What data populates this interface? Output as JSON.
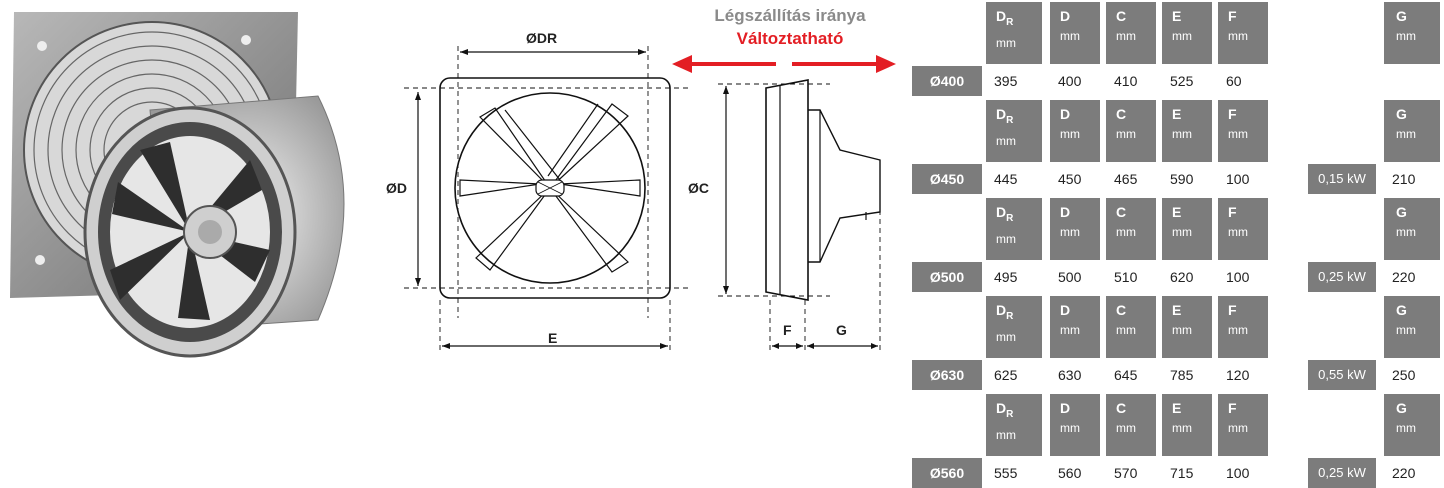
{
  "direction": {
    "title": "Légszállítás iránya",
    "subtitle": "Változtatható"
  },
  "dimension_labels": {
    "dr": "ØDR",
    "d": "ØD",
    "c": "ØC",
    "e": "E",
    "f": "F",
    "g": "G"
  },
  "header": {
    "dr": "D",
    "dr_sub": "R",
    "d": "D",
    "c": "C",
    "e": "E",
    "f": "F",
    "g": "G",
    "unit": "mm"
  },
  "rows": [
    {
      "label": "Ø400",
      "dr": "395",
      "d": "400",
      "c": "410",
      "e": "525",
      "f": "60",
      "power": "",
      "g": ""
    },
    {
      "label": "Ø450",
      "dr": "445",
      "d": "450",
      "c": "465",
      "e": "590",
      "f": "100",
      "power": "0,15 kW",
      "g": "210"
    },
    {
      "label": "Ø500",
      "dr": "495",
      "d": "500",
      "c": "510",
      "e": "620",
      "f": "100",
      "power": "0,25 kW",
      "g": "220"
    },
    {
      "label": "Ø630",
      "dr": "625",
      "d": "630",
      "c": "645",
      "e": "785",
      "f": "120",
      "power": "0,55 kW",
      "g": "250"
    },
    {
      "label": "Ø560",
      "dr": "555",
      "d": "560",
      "c": "570",
      "e": "715",
      "f": "100",
      "power": "0,25 kW",
      "g": "220"
    }
  ],
  "colors": {
    "header_bg": "#7c7c7c",
    "arrow": "#e31e24",
    "label_gray": "#8a8a8a"
  }
}
